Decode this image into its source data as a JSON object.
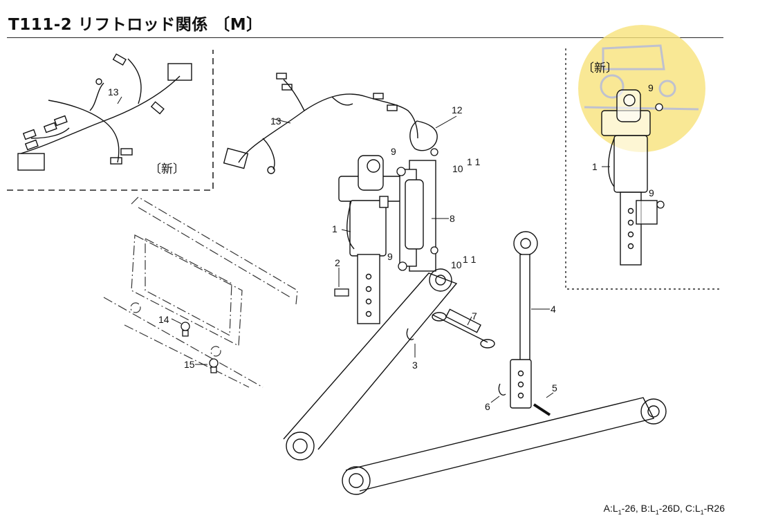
{
  "header": {
    "title": "T111-2 リフトロッド関係 〔M〕"
  },
  "callouts": {
    "c1": "1",
    "c1b": "1",
    "c2": "2",
    "c3": "3",
    "c4": "4",
    "c5": "5",
    "c6": "6",
    "c7": "7",
    "c8": "8",
    "c9a": "9",
    "c9b": "9",
    "c9c": "9",
    "c9d": "9",
    "c10a": "10",
    "c10b": "10",
    "c11a": "1 1",
    "c11b": "1 1",
    "c12": "12",
    "c13a": "13",
    "c13b": "13",
    "c14": "14",
    "c15": "15"
  },
  "insets": {
    "new_label_left": "〔新〕",
    "new_label_right": "〔新〕"
  },
  "footer": {
    "a_prefix": "A:L",
    "a_sub": "1",
    "a_suffix": "-26, ",
    "b_prefix": "B:L",
    "b_sub": "1",
    "b_suffix": "-26D, ",
    "c_prefix": "C:L",
    "c_sub": "1",
    "c_suffix": "-R26"
  },
  "watermark": {
    "color": "#f7e27a",
    "icon": "tractor-icon"
  }
}
